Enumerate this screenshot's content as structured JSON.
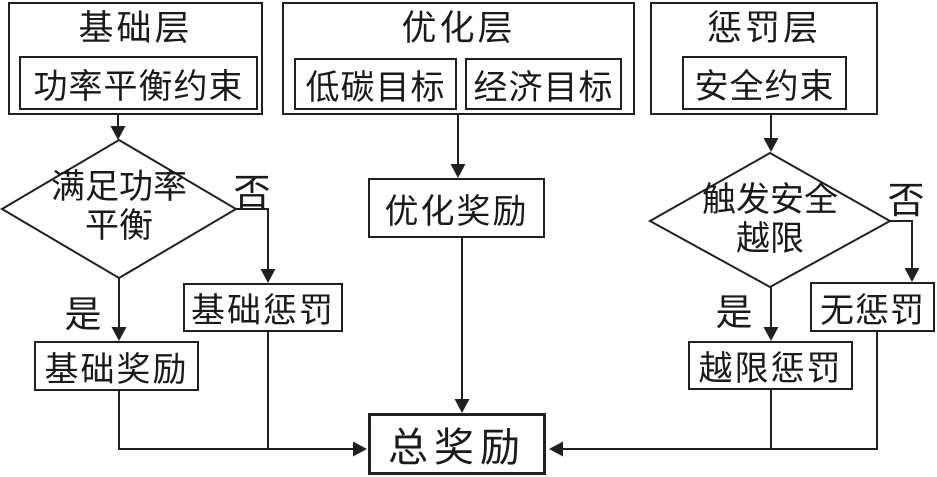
{
  "diagram": {
    "layers": {
      "base": {
        "title": "基础层",
        "constraint": "功率平衡约束"
      },
      "optimization": {
        "title": "优化层",
        "low_carbon_goal": "低碳目标",
        "economic_goal": "经济目标"
      },
      "penalty": {
        "title": "惩罚层",
        "constraint": "安全约束"
      }
    },
    "decisions": {
      "power_balance": {
        "line1": "满足功率",
        "line2": "平衡",
        "yes_label": "是",
        "no_label": "否"
      },
      "safety_limit": {
        "line1": "触发安全",
        "line2": "越限",
        "yes_label": "是",
        "no_label": "否"
      }
    },
    "results": {
      "base_reward": "基础奖励",
      "base_penalty": "基础惩罚",
      "optimization_reward": "优化奖励",
      "limit_violation_penalty": "越限惩罚",
      "no_penalty": "无惩罚",
      "total_reward": "总奖励"
    },
    "colors": {
      "line": "#231f20",
      "background": "#ffffff"
    }
  }
}
